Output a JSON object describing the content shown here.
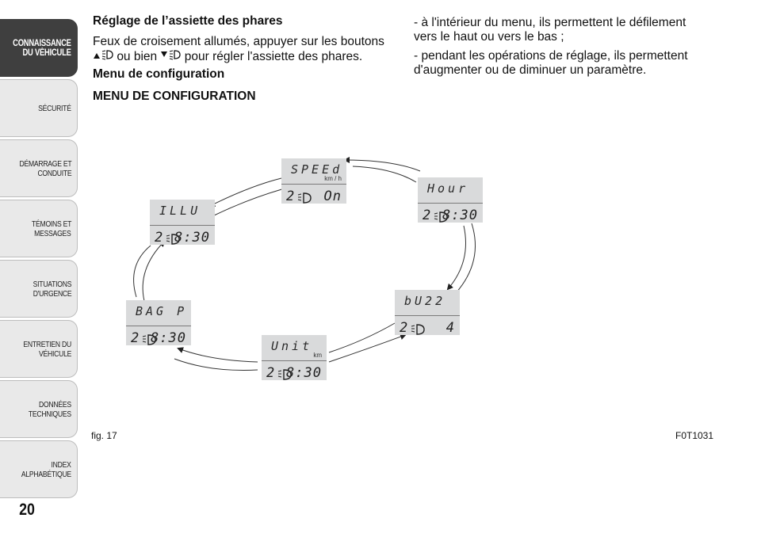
{
  "sidebar": {
    "tabs": [
      {
        "lines": [
          "CONNAISSANCE",
          "DU VÉHICULE"
        ],
        "active": true
      },
      {
        "lines": [
          "SÉCURITÉ"
        ],
        "active": false
      },
      {
        "lines": [
          "DÉMARRAGE ET",
          "CONDUITE"
        ],
        "active": false
      },
      {
        "lines": [
          "TÉMOINS ET",
          "MESSAGES"
        ],
        "active": false
      },
      {
        "lines": [
          "SITUATIONS",
          "D'URGENCE"
        ],
        "active": false
      },
      {
        "lines": [
          "ENTRETIEN DU",
          "VÉHICULE"
        ],
        "active": false
      },
      {
        "lines": [
          "DONNÉES",
          "TECHNIQUES"
        ],
        "active": false
      },
      {
        "lines": [
          "INDEX",
          "ALPHABÉTIQUE"
        ],
        "active": false
      }
    ]
  },
  "page_number": "20",
  "left_column": {
    "heading": "Réglage de l’assiette des phares",
    "para_line1": "Feux de croisement allumés, appuyer sur les boutons",
    "para_or": "ou bien",
    "para_end": "pour régler l'assiette des phares.",
    "menu_heading": "Menu de configuration",
    "menu_title": "MENU DE CONFIGURATION"
  },
  "right_column": {
    "item1_line1": "- à l'intérieur du menu, ils permettent le défilement",
    "item1_line2": "vers le haut ou vers le bas ;",
    "item2_line1": "- pendant les opérations de réglage, ils permettent",
    "item2_line2": "d'augmenter ou de diminuer un paramètre."
  },
  "displays": {
    "speed": {
      "label": "SPEEd",
      "sub": "km / h",
      "num": "2",
      "value": "On"
    },
    "hour": {
      "label": "Hour",
      "sub": "",
      "num": "2",
      "value": "8:30"
    },
    "buzz": {
      "label": "bU22",
      "sub": "",
      "num": "2",
      "value": "4"
    },
    "unit": {
      "label": "Unit",
      "sub": "km",
      "num": "2",
      "value": "8:30"
    },
    "bag": {
      "label": "BAG P",
      "sub": "",
      "num": "2",
      "value": "8:30"
    },
    "illu": {
      "label": "ILLU",
      "sub": "",
      "num": "2",
      "value": "8:30"
    }
  },
  "figure_label": "fig. 17",
  "figure_code": "F0T1031"
}
